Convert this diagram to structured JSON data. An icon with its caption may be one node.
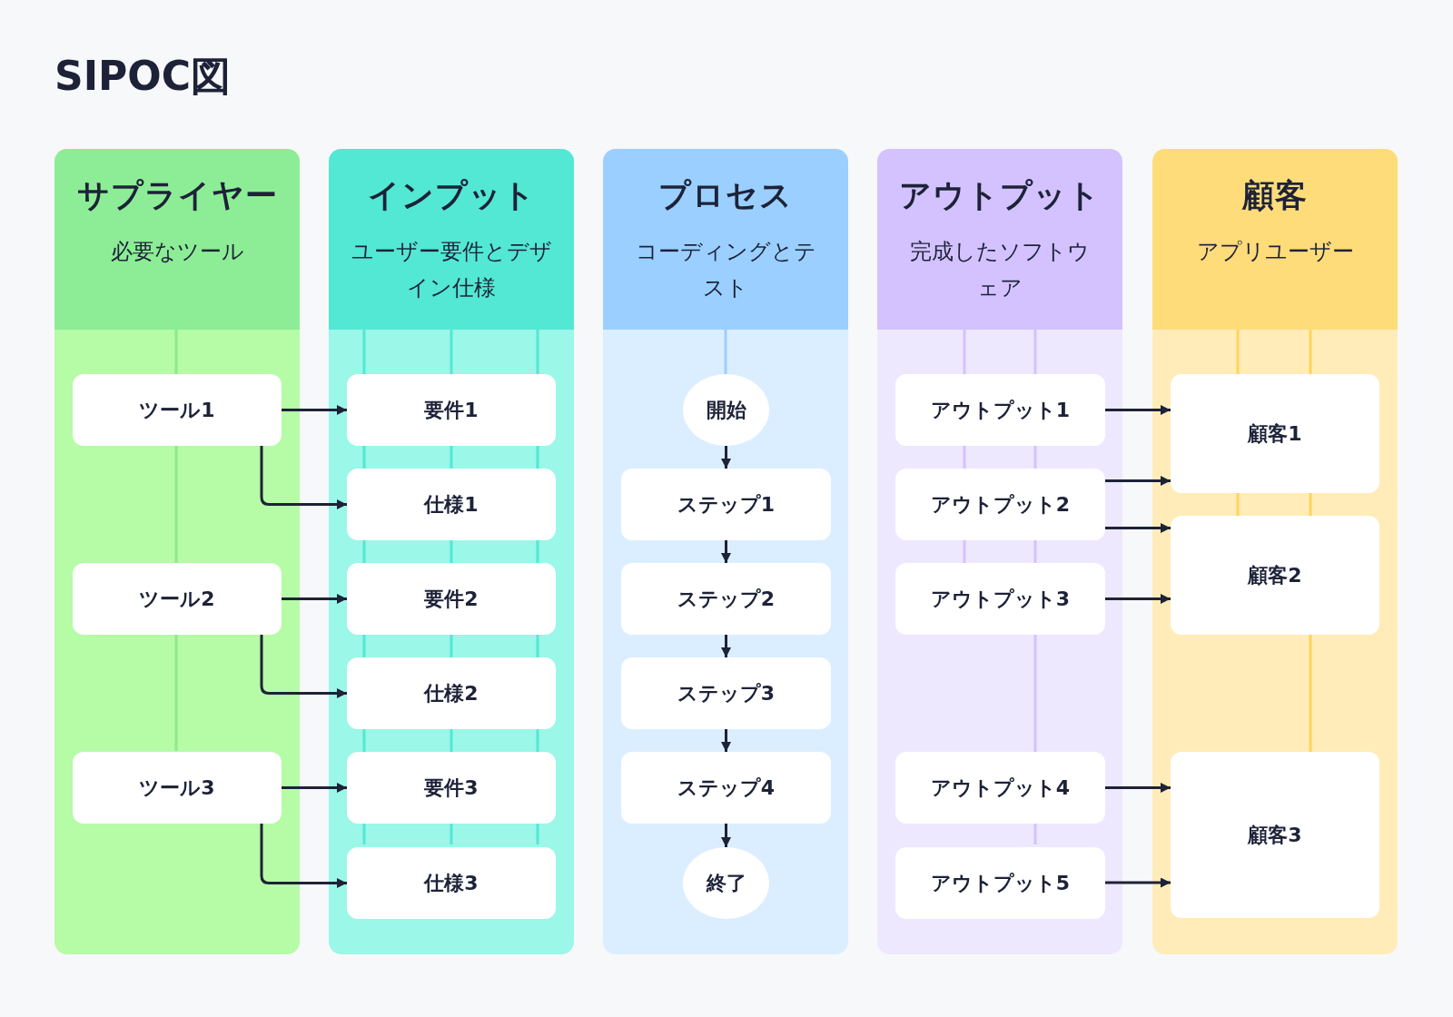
{
  "diagram": {
    "title": "SIPOC図",
    "nodes": [
      {
        "text": [
          "サプライヤー",
          "必要なツール"
        ]
      },
      {
        "text": [
          "ツール1"
        ],
        "in": 0
      },
      {
        "text": [
          "ツール2"
        ],
        "in": 0
      },
      {
        "text": [
          "ツール3"
        ],
        "in": 0
      },
      {
        "text": [
          "インプット",
          "ユーザー要件とデザイン仕様"
        ]
      },
      {
        "text": [
          "要件1"
        ],
        "in": 4
      },
      {
        "text": [
          "仕様1"
        ],
        "in": 4
      },
      {
        "text": [
          "要件2"
        ],
        "in": 4
      },
      {
        "text": [
          "仕様2"
        ],
        "in": 4
      },
      {
        "text": [
          "要件3"
        ],
        "in": 4
      },
      {
        "text": [
          "仕様3"
        ],
        "in": 4
      },
      {
        "text": [
          "プロセス",
          "コーディングとテスト"
        ]
      },
      {
        "text": [
          "開始"
        ],
        "in": 11
      },
      {
        "text": [
          "ステップ1"
        ],
        "in": 11
      },
      {
        "text": [
          "ステップ2"
        ],
        "in": 11
      },
      {
        "text": [
          "ステップ3"
        ],
        "in": 11
      },
      {
        "text": [
          "ステップ4"
        ],
        "in": 11
      },
      {
        "text": [
          "終了"
        ],
        "in": 11
      },
      {
        "text": [
          "アウトプット",
          "完成したソフトウェア"
        ]
      },
      {
        "text": [
          "アウトプット1"
        ],
        "in": 18
      },
      {
        "text": [
          "アウトプット2"
        ],
        "in": 18
      },
      {
        "text": [
          "アウトプット3"
        ],
        "in": 18
      },
      {
        "text": [
          "アウトプット4"
        ],
        "in": 18
      },
      {
        "text": [
          "アウトプット5"
        ],
        "in": 18
      },
      {
        "text": [
          "顧客",
          "アプリユーザー"
        ]
      },
      {
        "text": [
          "顧客1"
        ],
        "in": 24
      },
      {
        "text": [
          "顧客2"
        ],
        "in": 24
      },
      {
        "text": [
          "顧客3"
        ],
        "in": 24
      }
    ],
    "edges": [
      {
        "from": 1,
        "to": 5,
        "arrow": "to"
      },
      {
        "from": 1,
        "to": 6,
        "arrow": "to"
      },
      {
        "from": 2,
        "to": 7,
        "arrow": "to"
      },
      {
        "from": 2,
        "to": 8,
        "arrow": "to"
      },
      {
        "from": 3,
        "to": 9,
        "arrow": "to"
      },
      {
        "from": 3,
        "to": 10,
        "arrow": "to"
      },
      {
        "from": 12,
        "to": 13,
        "arrow": "to"
      },
      {
        "from": 13,
        "to": 14,
        "arrow": "to"
      },
      {
        "from": 14,
        "to": 15,
        "arrow": "to"
      },
      {
        "from": 15,
        "to": 16,
        "arrow": "to"
      },
      {
        "from": 16,
        "to": 17,
        "arrow": "to"
      },
      {
        "from": 19,
        "to": 25,
        "arrow": "to"
      },
      {
        "from": 20,
        "to": 25,
        "arrow": "to"
      },
      {
        "from": 20,
        "to": 26,
        "arrow": "to"
      },
      {
        "from": 21,
        "to": 26,
        "arrow": "to"
      },
      {
        "from": 22,
        "to": 27,
        "arrow": "to"
      },
      {
        "from": 23,
        "to": 27,
        "arrow": "to"
      }
    ]
  }
}
